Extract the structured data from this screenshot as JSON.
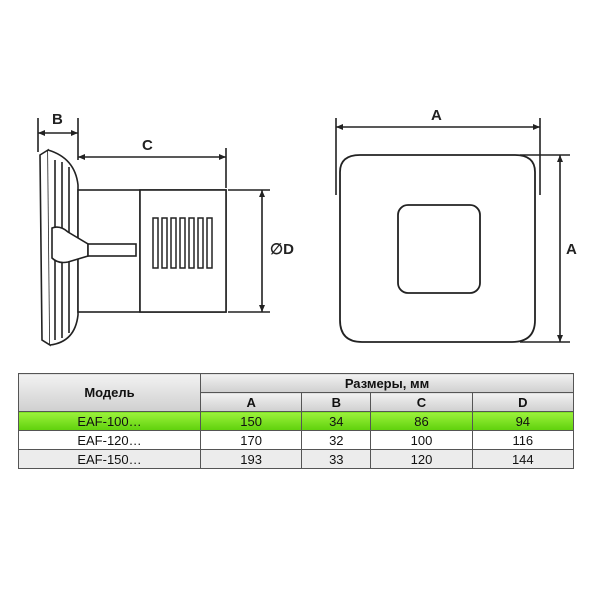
{
  "drawing": {
    "labels": {
      "b": "B",
      "c": "C",
      "d": "∅D",
      "a_top": "A",
      "a_side": "A"
    }
  },
  "table": {
    "model_header": "Модель",
    "dims_header": "Размеры, мм",
    "columns": [
      "A",
      "B",
      "C",
      "D"
    ],
    "rows": [
      {
        "model": "EAF-100…",
        "values": [
          "150",
          "34",
          "86",
          "94"
        ],
        "highlight": true
      },
      {
        "model": "EAF-120…",
        "values": [
          "170",
          "32",
          "100",
          "116"
        ],
        "highlight": false
      },
      {
        "model": "EAF-150…",
        "values": [
          "193",
          "33",
          "120",
          "144"
        ],
        "highlight": false
      }
    ]
  },
  "colors": {
    "highlight": "#7ee21f",
    "line": "#222222",
    "body": "#ffffff"
  }
}
